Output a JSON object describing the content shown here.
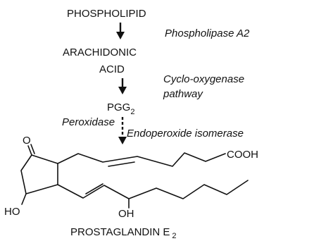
{
  "pathway": {
    "phospholipid": "PHOSPHOLIPID",
    "enzyme_pla2": "Phospholipase A2",
    "arachidonic_line1": "ARACHIDONIC",
    "arachidonic_line2": "ACID",
    "enzyme_cox_line1": "Cyclo-oxygenase",
    "enzyme_cox_line2": "pathway",
    "pgg_main": "PGG",
    "pgg_sub": "2",
    "enzyme_peroxidase": "Peroxidase",
    "enzyme_isomerase": "Endoperoxide isomerase"
  },
  "structure": {
    "ketone_o": "O",
    "acid_group": "COOH",
    "ring_ho": "HO",
    "chain_oh": "OH"
  },
  "product": {
    "name_main": "PROSTAGLANDIN E",
    "name_sub": "2"
  }
}
